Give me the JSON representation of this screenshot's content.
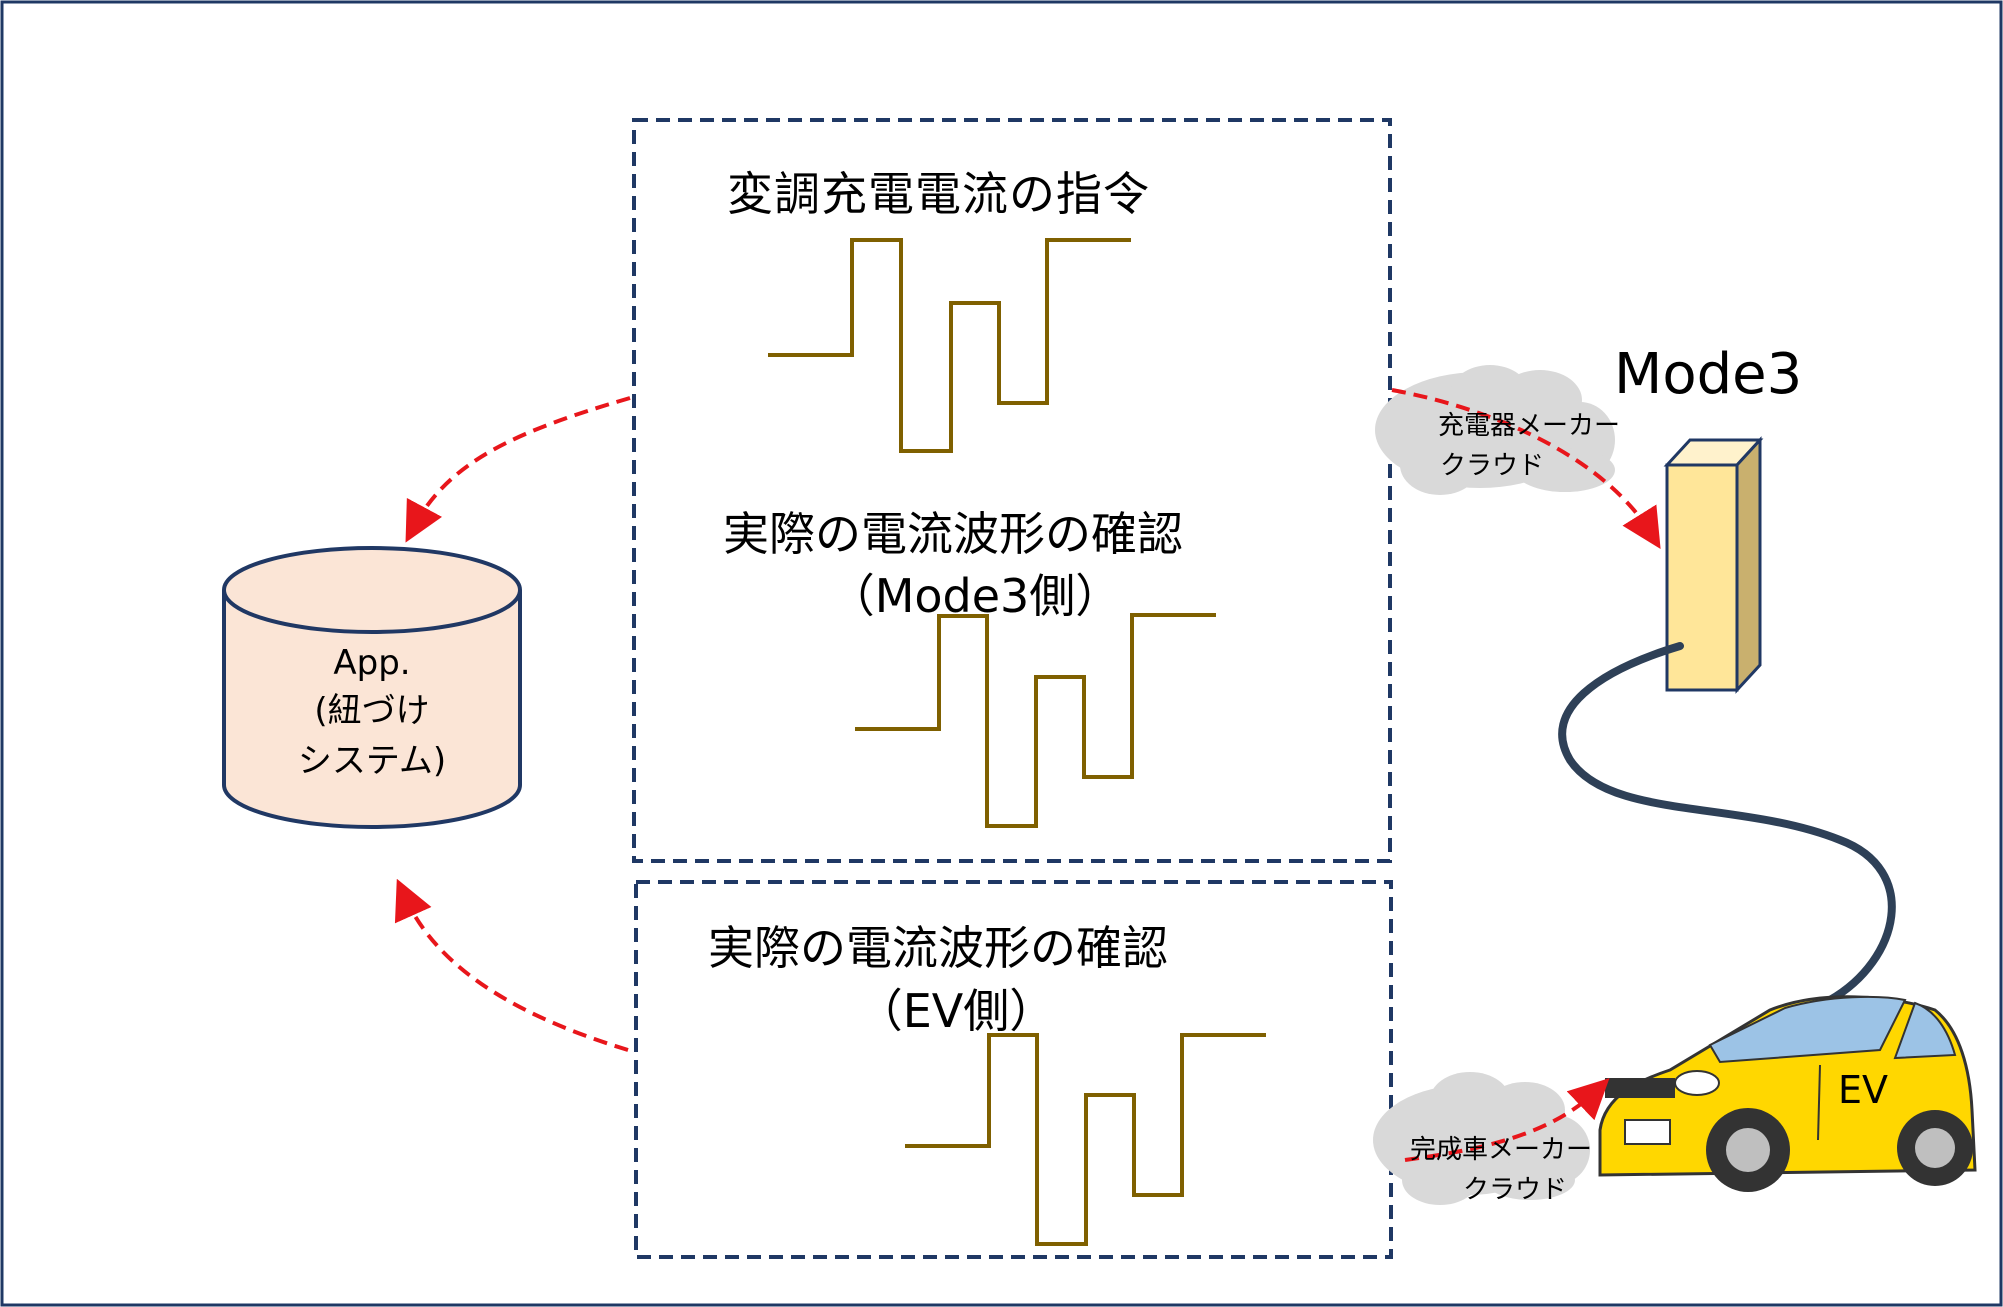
{
  "command_box": {
    "title": "変調充電電流の指令",
    "mode3_check_title": "実際の電流波形の確認",
    "mode3_check_subtitle": "（Mode3側）"
  },
  "ev_box": {
    "title": "実際の電流波形の確認",
    "subtitle": "（EV側）"
  },
  "app": {
    "line1": "App.",
    "line2": "(紐づけ",
    "line3": "システム)"
  },
  "charger": {
    "label": "Mode3",
    "cloud_line1": "充電器メーカー",
    "cloud_line2": "クラウド"
  },
  "vehicle": {
    "label": "EV",
    "cloud_line1": "完成車メーカー",
    "cloud_line2": "クラウド"
  },
  "colors": {
    "frame": "#1f3864",
    "box_border": "#1f3864",
    "waveform": "#7f6000",
    "arrow": "#e8161b",
    "cylinder_fill": "#fbe5d6",
    "cylinder_stroke": "#203864",
    "cloud": "#d9d9d9",
    "charger_front": "#ffe699",
    "charger_side": "#c9b06e",
    "cable": "#2e4057",
    "car_body": "#ffd700"
  }
}
